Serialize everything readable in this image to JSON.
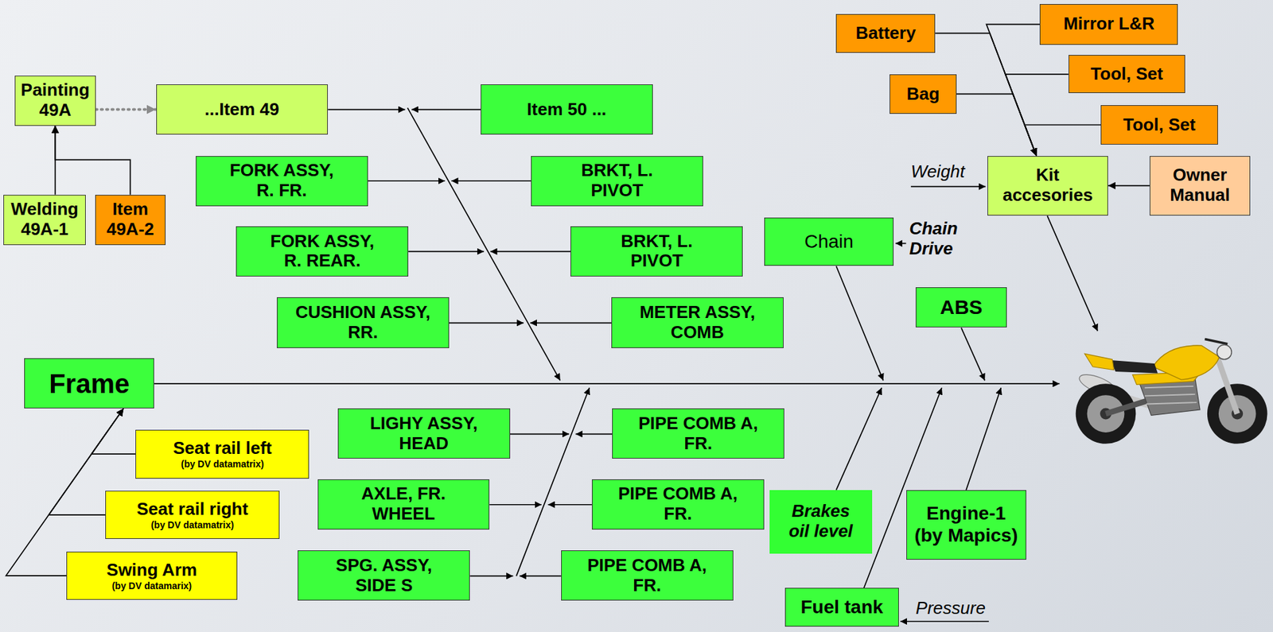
{
  "diagram": {
    "nodes": [
      {
        "text": [
          "Battery"
        ]
      },
      {
        "text": [
          "Mirror L&R"
        ]
      },
      {
        "text": [
          "Tool, Set"
        ]
      },
      {
        "text": [
          "Bag"
        ]
      },
      {
        "text": [
          "Tool, Set"
        ]
      },
      {
        "text": [
          "Painting 49A"
        ]
      },
      {
        "text": [
          "...Item 49"
        ]
      },
      {
        "text": [
          "Item 50 ..."
        ]
      },
      {
        "text": [
          "FORK ASSY, R. FR."
        ]
      },
      {
        "text": [
          "BRKT, L. PIVOT"
        ]
      },
      {
        "text": [
          "Kit accesories"
        ]
      },
      {
        "text": [
          "Owner Manual"
        ]
      },
      {
        "text": [
          "Welding 49A-1"
        ]
      },
      {
        "text": [
          "Item 49A-2"
        ]
      },
      {
        "text": [
          "Chain"
        ]
      },
      {
        "text": [
          "FORK ASSY, R. REAR."
        ]
      },
      {
        "text": [
          "BRKT, L. PIVOT"
        ]
      },
      {
        "text": [
          "ABS"
        ]
      },
      {
        "text": [
          "CUSHION ASSY, RR."
        ]
      },
      {
        "text": [
          "METER ASSY, COMB"
        ]
      },
      {
        "text": [
          "Frame"
        ]
      },
      {
        "text": [
          "LIGHY ASSY, HEAD"
        ]
      },
      {
        "text": [
          "PIPE COMB A, FR."
        ]
      },
      {
        "text": [
          "Seat rail left",
          "(by DV datamatrix)"
        ]
      },
      {
        "text": [
          "AXLE, FR. WHEEL"
        ]
      },
      {
        "text": [
          "PIPE COMB A, FR."
        ]
      },
      {
        "text": [
          "Brakes oil level"
        ]
      },
      {
        "text": [
          "Engine-1",
          "(by Mapics)"
        ]
      },
      {
        "text": [
          "Seat rail right",
          "(by DV datamatrix)"
        ]
      },
      {
        "text": [
          "Swing Arm",
          "(by DV datamarix)"
        ]
      },
      {
        "text": [
          "SPG. ASSY, SIDE S"
        ]
      },
      {
        "text": [
          "PIPE COMB A, FR."
        ]
      },
      {
        "text": [
          "Fuel tank"
        ]
      }
    ],
    "edges": [
      {
        "from": 12,
        "to": 5,
        "arrow": "to"
      },
      {
        "from": 13,
        "to": 5,
        "arrow": "to"
      },
      {
        "from": 5,
        "to": 6,
        "arrow": "to"
      },
      {
        "from": 0,
        "to": 10,
        "arrow": "to"
      },
      {
        "from": 1,
        "to": 10,
        "arrow": "to"
      },
      {
        "from": 2,
        "to": 10,
        "arrow": "to"
      },
      {
        "from": 3,
        "to": 10,
        "arrow": "to"
      },
      {
        "from": 4,
        "to": 10,
        "arrow": "to"
      },
      {
        "from": 11,
        "to": 10,
        "arrow": "to"
      },
      {
        "from": 23,
        "to": 20,
        "arrow": "to"
      },
      {
        "from": 28,
        "to": 20,
        "arrow": "to"
      },
      {
        "from": 29,
        "to": 20,
        "arrow": "to"
      }
    ],
    "labels": [
      "Weight",
      "Chain Drive",
      "Pressure"
    ]
  }
}
